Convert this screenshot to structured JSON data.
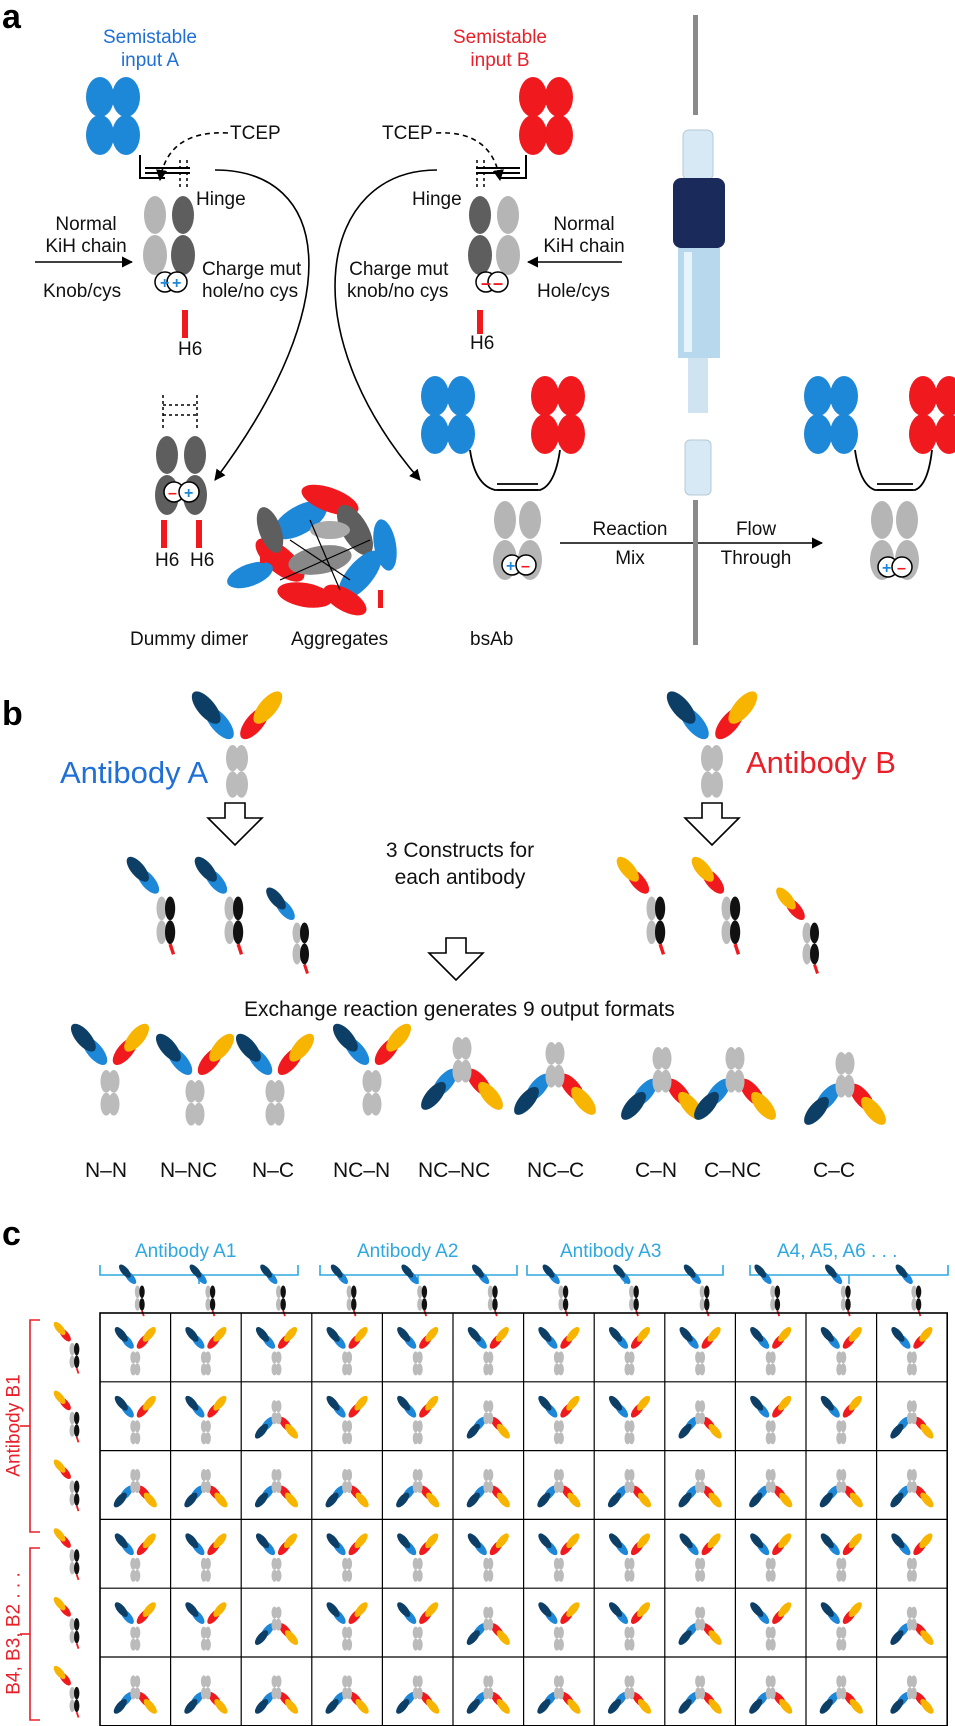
{
  "panels": {
    "a": "a",
    "b": "b",
    "c": "c"
  },
  "panel_a": {
    "input_a": [
      "Semistable",
      "input A"
    ],
    "input_b": [
      "Semistable",
      "input B"
    ],
    "tcep": "TCEP",
    "hinge": "Hinge",
    "normal_kih": [
      "Normal",
      "KiH chain"
    ],
    "knob_cys": "Knob/cys",
    "hole_cys": "Hole/cys",
    "charge_mut_left": [
      "Charge mut",
      "hole/no cys"
    ],
    "charge_mut_right": [
      "Charge mut",
      "knob/no cys"
    ],
    "h6": "H6",
    "dummy_dimer": "Dummy dimer",
    "aggregates": "Aggregates",
    "bsab": "bsAb",
    "reaction_mix": [
      "Reaction",
      "Mix"
    ],
    "flow_through": [
      "Flow",
      "Through"
    ]
  },
  "panel_b": {
    "antibody_a": "Antibody A",
    "antibody_b": "Antibody B",
    "constructs": [
      "3 Constructs for",
      "each antibody"
    ],
    "exchange": "Exchange reaction generates 9 output formats",
    "formats": [
      "N–N",
      "N–NC",
      "N–C",
      "NC–N",
      "NC–NC",
      "NC–C",
      "C–N",
      "C–NC",
      "C–C"
    ]
  },
  "panel_c": {
    "columns": [
      "Antibody A1",
      "Antibody A2",
      "Antibody A3",
      "A4, A5, A6 . . ."
    ],
    "rows": [
      "Antibody B1",
      "B4, B3, B2 . . ."
    ]
  },
  "colors": {
    "blue": "#1e88d8",
    "dark_blue": "#0d3f66",
    "red": "#f0191e",
    "orange": "#f7b500",
    "grey": "#b8b8b8",
    "dark_grey": "#5a5a5a",
    "cyan": "#2ea8df"
  }
}
